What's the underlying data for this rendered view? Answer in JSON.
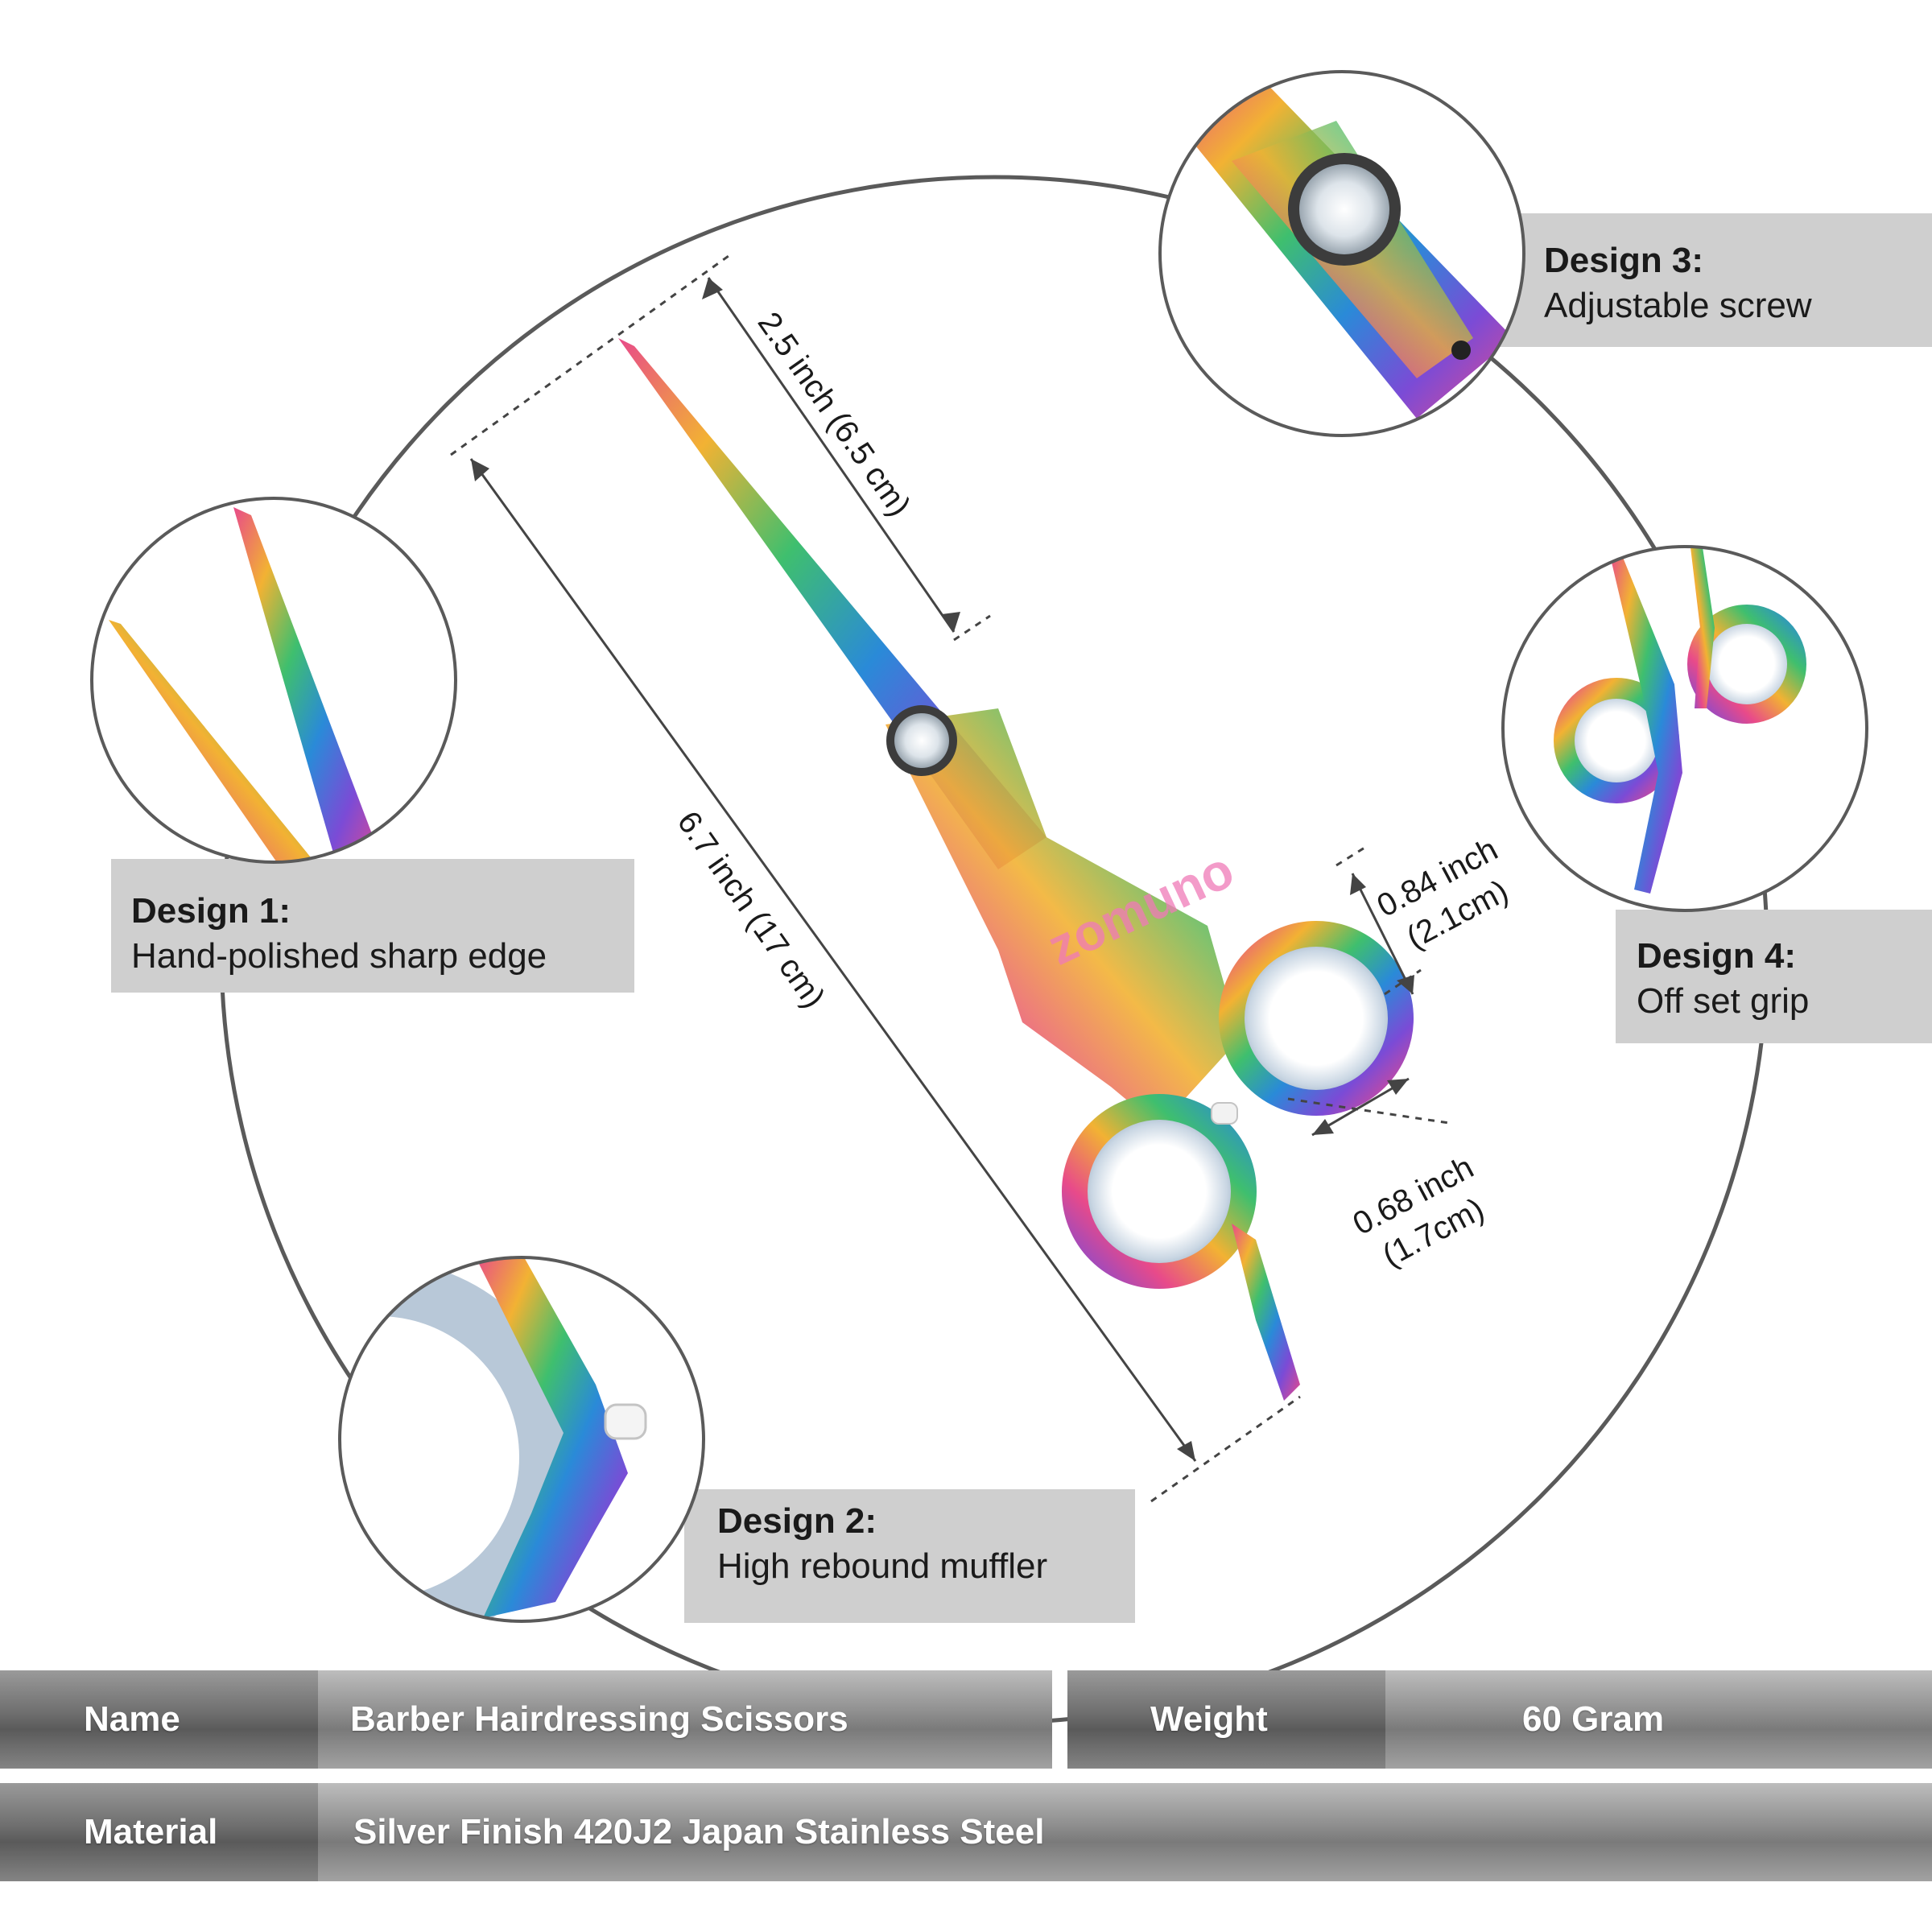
{
  "palette": {
    "accent_iridescent": [
      "#e84a8a",
      "#f2b233",
      "#3fbf6e",
      "#2a8ad8",
      "#7b4bd6"
    ],
    "bar": "#7a7a7a",
    "label_band": "#c8c8c8"
  },
  "watermark": "zomuno",
  "dimensions": {
    "blade": "2.5 inch (6.5 cm)",
    "overall": "6.7 inch (17 cm)",
    "ring_line1": "0.84 inch",
    "ring_line2": "(2.1cm)",
    "gap_line1": "0.68 inch",
    "gap_line2": "(1.7cm)"
  },
  "callouts": [
    {
      "title": "Design 1:",
      "text": "Hand-polished sharp edge"
    },
    {
      "title": "Design 2:",
      "text": "High rebound muffler"
    },
    {
      "title": "Design 3:",
      "text": "Adjustable screw"
    },
    {
      "title": "Design 4:",
      "text": "Off set grip"
    }
  ],
  "specs": {
    "name_label": "Name",
    "name_value": "Barber Hairdressing Scissors",
    "weight_label": "Weight",
    "weight_value": "60 Gram",
    "material_label": "Material",
    "material_value": "Silver Finish 420J2 Japan Stainless Steel"
  }
}
